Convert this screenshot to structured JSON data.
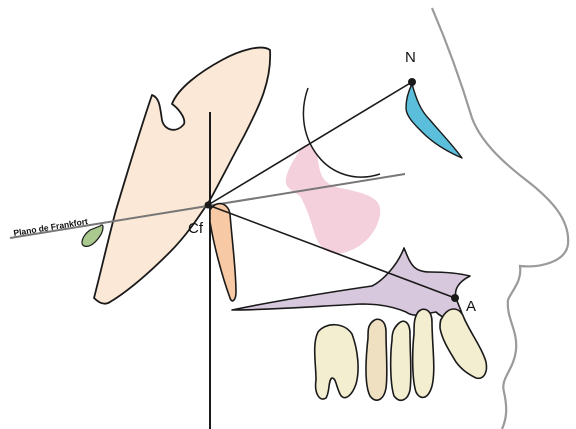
{
  "labels": {
    "frankfort_plane": "Plano de Frankfort",
    "cf": "Cf",
    "n": "N",
    "a": "A"
  },
  "colors": {
    "outline": "#1a1a1a",
    "profile": "#9a9a9a",
    "cranial_base": "#fbe8d6",
    "condyle": "#f7c9a4",
    "ear": "#a9c98f",
    "nasal_bone": "#5bbfdc",
    "orbit_pink": "#f3cbd9",
    "maxilla": "#d8c8dd",
    "tooth": "#f3eed0",
    "tooth_alt": "#efe0c2",
    "frankfort_line": "#777777"
  }
}
